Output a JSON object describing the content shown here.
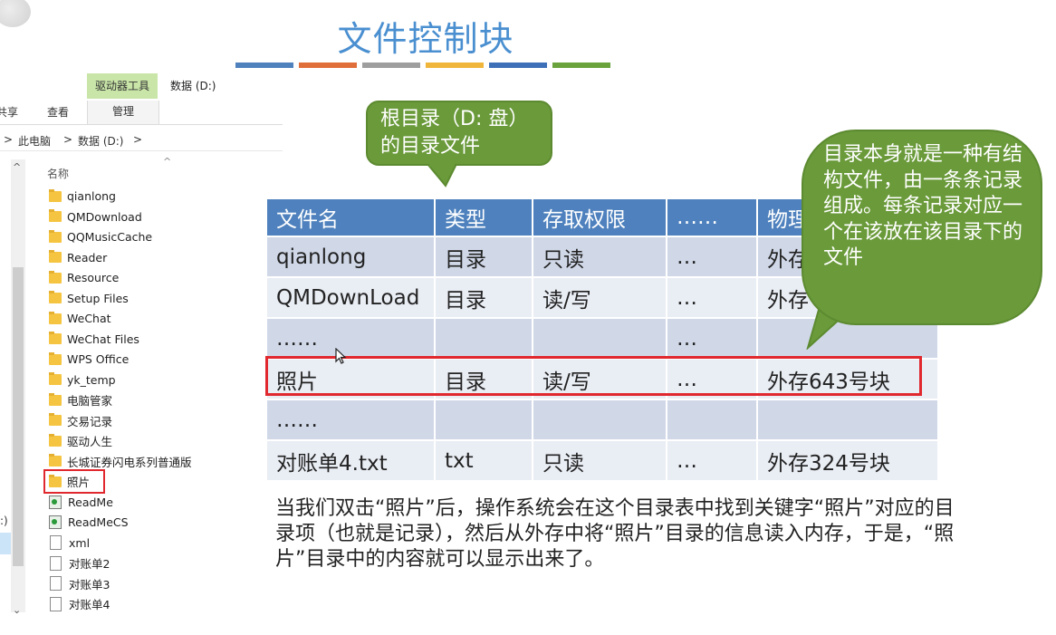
{
  "slide": {
    "title": "文件控制块",
    "bar_colors": [
      "#4f81bd",
      "#e06e3a",
      "#9e9e9e",
      "#f0b63c",
      "#3e70b8",
      "#6aa23c"
    ]
  },
  "explorer": {
    "drive_tools_tab": "驱动器工具",
    "drive_title": "数据 (D:)",
    "ribbon_tabs": {
      "share": "共享",
      "view": "查看",
      "manage": "管理"
    },
    "address": {
      "sep1": ">",
      "crumb1": "此电脑",
      "sep2": ">",
      "crumb2": "数据 (D:)",
      "sep3": ">"
    },
    "nav_drive_fragment": ":)",
    "column_header": "名称",
    "files": [
      {
        "name": "qianlong",
        "icon": "folder-icon"
      },
      {
        "name": "QMDownload",
        "icon": "folder-icon"
      },
      {
        "name": "QQMusicCache",
        "icon": "folder-icon"
      },
      {
        "name": "Reader",
        "icon": "folder-icon"
      },
      {
        "name": "Resource",
        "icon": "folder-icon"
      },
      {
        "name": "Setup Files",
        "icon": "folder-icon"
      },
      {
        "name": "WeChat",
        "icon": "folder-icon"
      },
      {
        "name": "WeChat Files",
        "icon": "folder-icon"
      },
      {
        "name": "WPS Office",
        "icon": "folder-icon"
      },
      {
        "name": "yk_temp",
        "icon": "folder-icon"
      },
      {
        "name": "电脑管家",
        "icon": "folder-icon"
      },
      {
        "name": "交易记录",
        "icon": "folder-icon"
      },
      {
        "name": "驱动人生",
        "icon": "folder-icon"
      },
      {
        "name": "长城证券闪电系列普通版",
        "icon": "folder-icon"
      },
      {
        "name": "照片",
        "icon": "folder-icon"
      },
      {
        "name": "ReadMe",
        "icon": "executable-icon"
      },
      {
        "name": "ReadMeCS",
        "icon": "executable-icon"
      },
      {
        "name": "xml",
        "icon": "document-icon"
      },
      {
        "name": "对账单2",
        "icon": "document-icon"
      },
      {
        "name": "对账单3",
        "icon": "document-icon"
      },
      {
        "name": "对账单4",
        "icon": "document-icon"
      }
    ]
  },
  "callouts": {
    "root": "根目录（D: 盘）的目录文件",
    "directory": "目录本身就是一种有结构文件，由一条条记录组成。每条记录对应一个在该放在该目录下的文件"
  },
  "table": {
    "headers": [
      "文件名",
      "类型",
      "存取权限",
      "……",
      "物理位置"
    ],
    "rows": [
      [
        "qianlong",
        "目录",
        "只读",
        "…",
        "外存"
      ],
      [
        "QMDownLoad",
        "目录",
        "读/写",
        "…",
        "外存"
      ],
      [
        "……",
        "",
        "",
        "…",
        ""
      ],
      [
        "照片",
        "目录",
        "读/写",
        "…",
        "外存643号块"
      ],
      [
        "……",
        "",
        "",
        "",
        ""
      ],
      [
        "对账单4.txt",
        "txt",
        "只读",
        "…",
        "外存324号块"
      ]
    ]
  },
  "explanation": "当我们双击“照片”后，操作系统会在这个目录表中找到关键字“照片”对应的目录项（也就是记录），然后从外存中将“照片”目录的信息读入内存，于是，“照片”目录中的内容就可以显示出来了。"
}
